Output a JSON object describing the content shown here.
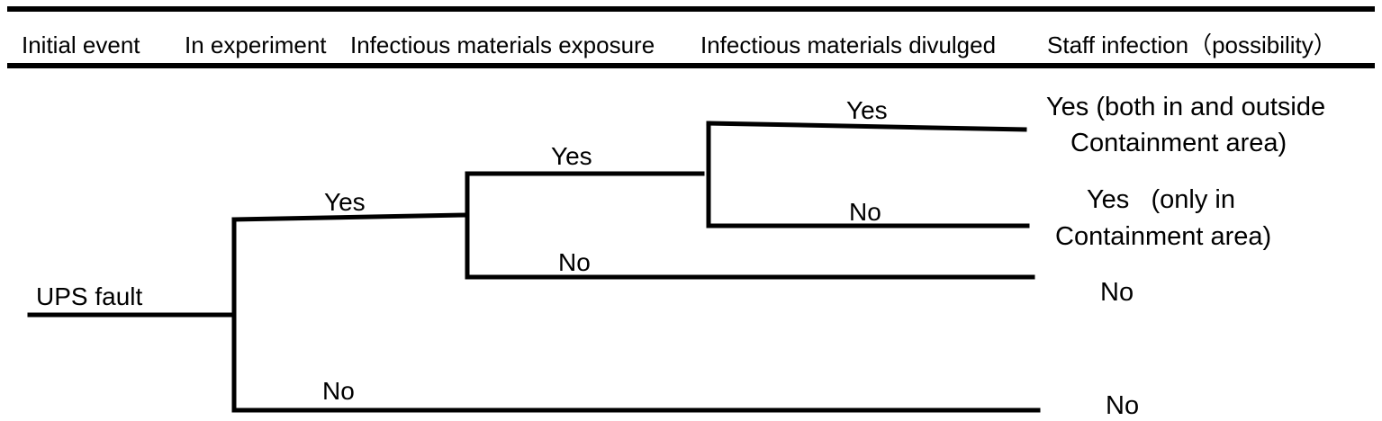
{
  "header": {
    "columns": [
      "Initial event",
      "In experiment",
      "Infectious materials exposure",
      "Infectious materials divulged",
      "Staff infection（possibility）"
    ]
  },
  "tree": {
    "initial_event": "UPS fault",
    "branch_labels": {
      "in_experiment_yes": "Yes",
      "in_experiment_no": "No",
      "exposure_yes": "Yes",
      "exposure_no": "No",
      "divulged_yes": "Yes",
      "divulged_no": "No"
    },
    "outcomes": {
      "outcome_1_line1": "Yes (both in and outside",
      "outcome_1_line2": "Containment area)",
      "outcome_2_line1": "Yes   (only in",
      "outcome_2_line2": "Containment area)",
      "outcome_3": "No",
      "outcome_4": "No"
    }
  }
}
